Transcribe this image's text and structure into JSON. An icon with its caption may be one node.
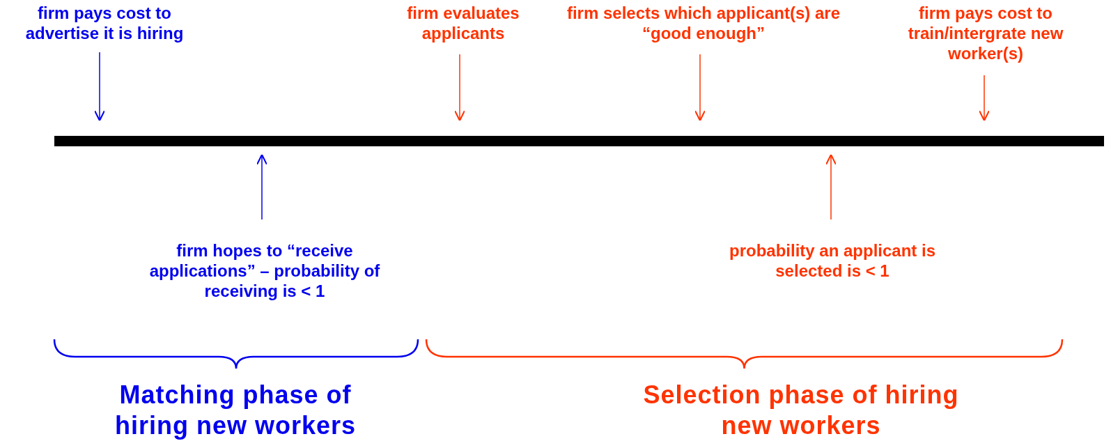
{
  "diagram": {
    "nodes": [
      {
        "text": [
          "firm pays cost to advertise it is hiring"
        ]
      },
      {
        "text": [
          "firm evaluates applicants"
        ]
      },
      {
        "text": [
          "firm selects which applicant(s) are “good enough”"
        ]
      },
      {
        "text": [
          "firm pays cost to train/intergrate new worker(s)"
        ]
      },
      {
        "text": [],
        "shape": "bar"
      },
      {
        "text": [
          "firm hopes to “receive applications” – probability of receiving is < 1"
        ]
      },
      {
        "text": [
          "probability an applicant is selected is < 1"
        ]
      }
    ],
    "edges": [
      {
        "from": 0,
        "to": 4,
        "arrow": "to",
        "color": "#0000ee"
      },
      {
        "from": 1,
        "to": 4,
        "arrow": "to"
      },
      {
        "from": 2,
        "to": 4,
        "arrow": "to"
      },
      {
        "from": 3,
        "to": 4,
        "arrow": "to"
      },
      {
        "from": 5,
        "to": 4,
        "arrow": "to",
        "color": "#0000ee"
      },
      {
        "from": 6,
        "to": 4,
        "arrow": "to"
      }
    ],
    "labels": [
      "Matching phase of hiring new workers",
      "Selection phase of hiring new workers"
    ]
  }
}
